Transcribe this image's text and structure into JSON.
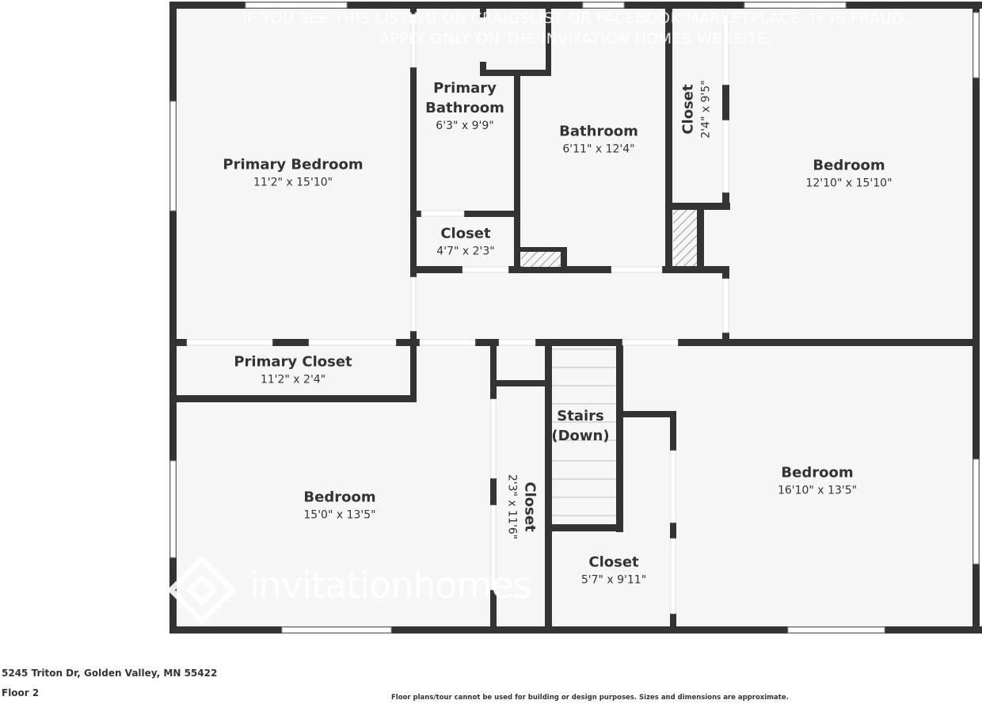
{
  "watermark": {
    "line1": "IF YOU SEE THIS LISTING ON CRAIGSLIST OR FACEBOOK MARKETPLACE, IT IS FRAUD.",
    "line2": "APPLY ONLY ON THE INVITATION HOMES WEBSITE.",
    "logo_text": "invitationhomes"
  },
  "rooms": [
    {
      "name": "Primary Bedroom",
      "dim": "11'2\" x 15'10\""
    },
    {
      "name": "Primary Bathroom",
      "name_line1": "Primary",
      "name_line2": "Bathroom",
      "dim": "6'3\" x 9'9\""
    },
    {
      "name": "Bathroom",
      "dim": "6'11\" x 12'4\""
    },
    {
      "name": "Closet",
      "dim": "2'4\" x 9'5\""
    },
    {
      "name": "Bedroom",
      "dim": "12'10\" x 15'10\""
    },
    {
      "name": "Closet",
      "dim": "4'7\" x 2'3\""
    },
    {
      "name": "Primary Closet",
      "dim": "11'2\" x 2'4\""
    },
    {
      "name": "Stairs",
      "name_line2": "(Down)"
    },
    {
      "name": "Bedroom",
      "dim": "15'0\" x 13'5\""
    },
    {
      "name": "Closet",
      "dim": "2'3\" x 11'6\""
    },
    {
      "name": "Closet",
      "dim": "5'7\" x 9'11\""
    },
    {
      "name": "Bedroom",
      "dim": "16'10\" x 13'5\""
    }
  ],
  "footer": {
    "address": "5245 Triton Dr, Golden Valley, MN 55422",
    "floor": "Floor 2",
    "disclaimer": "Floor plans/tour cannot be used for building or design purposes. Sizes and dimensions are approximate."
  },
  "colors": {
    "wall": "#333333",
    "floor": "#f6f6f6",
    "window": "#ffffff",
    "text": "#333333"
  }
}
